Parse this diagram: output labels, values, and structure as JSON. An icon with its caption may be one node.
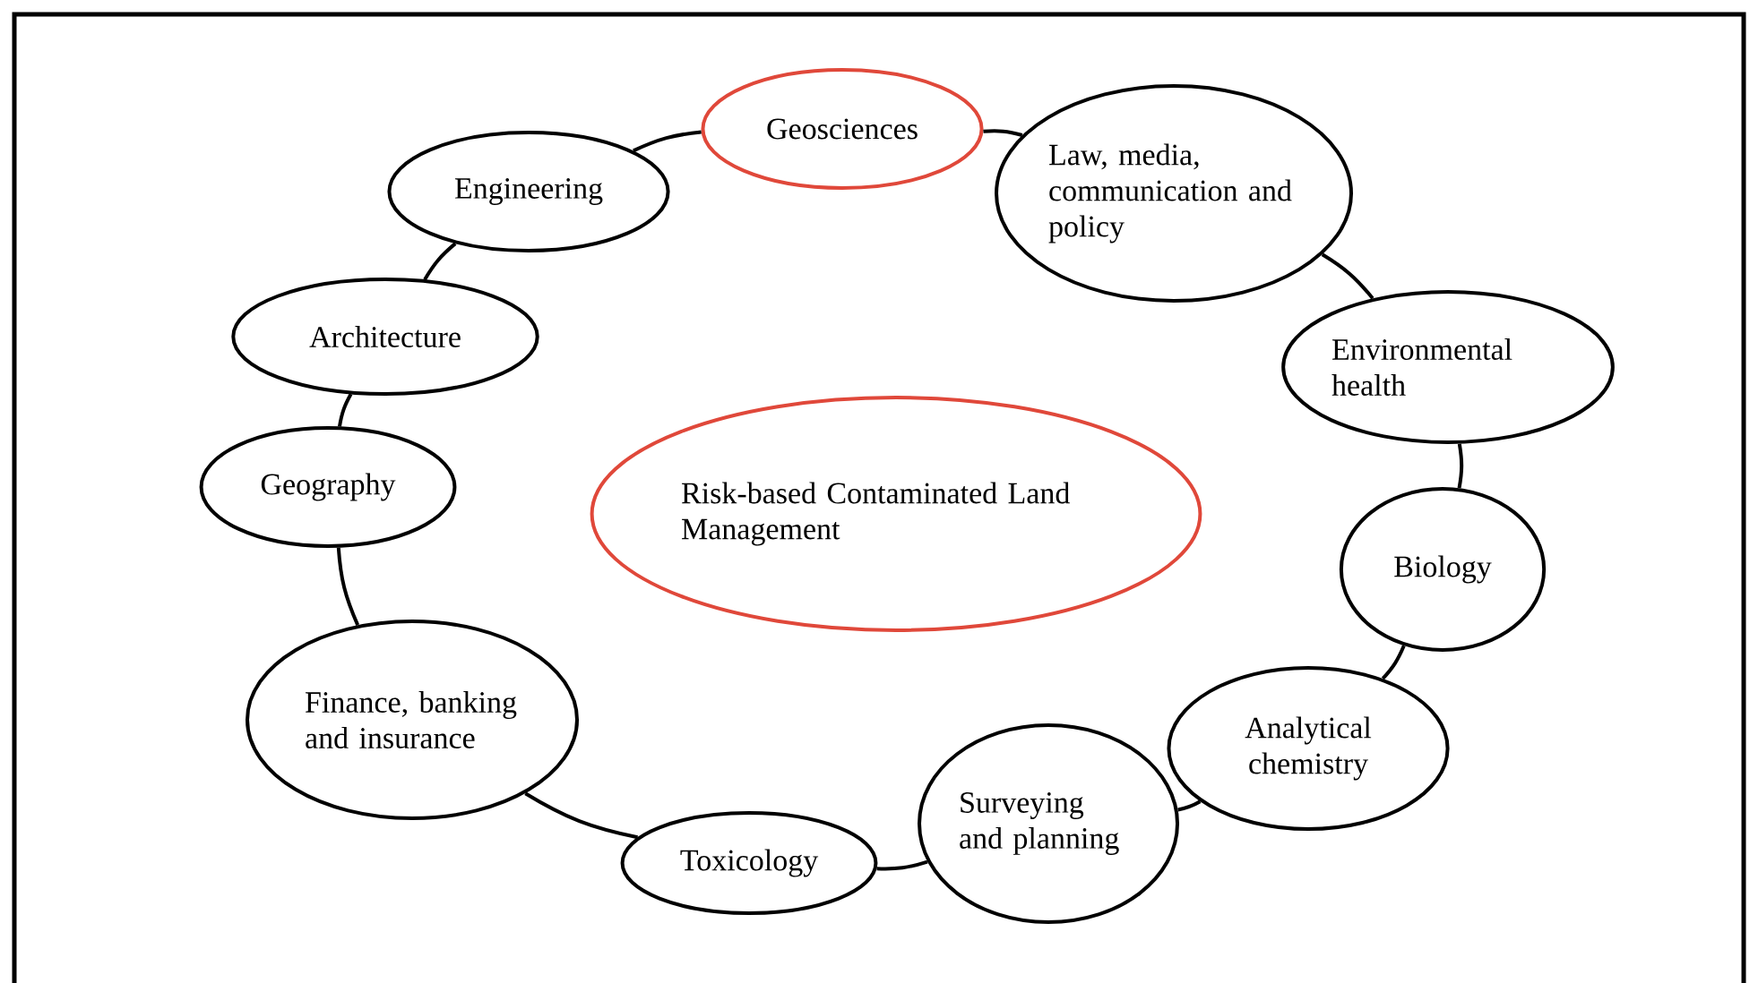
{
  "diagram": {
    "nodes": [
      {
        "text": [
          "Geosciences"
        ]
      },
      {
        "text": [
          "Law, media, communication and policy"
        ]
      },
      {
        "text": [
          "Environmental health"
        ]
      },
      {
        "text": [
          "Biology"
        ]
      },
      {
        "text": [
          "Analytical chemistry"
        ]
      },
      {
        "text": [
          "Surveying and planning"
        ]
      },
      {
        "text": [
          "Toxicology"
        ]
      },
      {
        "text": [
          "Finance, banking and insurance"
        ]
      },
      {
        "text": [
          "Geography"
        ]
      },
      {
        "text": [
          "Architecture"
        ]
      },
      {
        "text": [
          "Engineering"
        ]
      },
      {
        "text": [
          "Risk-based Contaminated Land Management"
        ]
      }
    ],
    "edges": [
      {
        "from": 0,
        "to": 1,
        "arrow": "none"
      },
      {
        "from": 1,
        "to": 2,
        "arrow": "none"
      },
      {
        "from": 2,
        "to": 3,
        "arrow": "none"
      },
      {
        "from": 3,
        "to": 4,
        "arrow": "none"
      },
      {
        "from": 4,
        "to": 5,
        "arrow": "none"
      },
      {
        "from": 5,
        "to": 6,
        "arrow": "none"
      },
      {
        "from": 6,
        "to": 7,
        "arrow": "none"
      },
      {
        "from": 7,
        "to": 8,
        "arrow": "none"
      },
      {
        "from": 8,
        "to": 9,
        "arrow": "none"
      },
      {
        "from": 9,
        "to": 10,
        "arrow": "none"
      },
      {
        "from": 10,
        "to": 0,
        "arrow": "none"
      }
    ]
  }
}
